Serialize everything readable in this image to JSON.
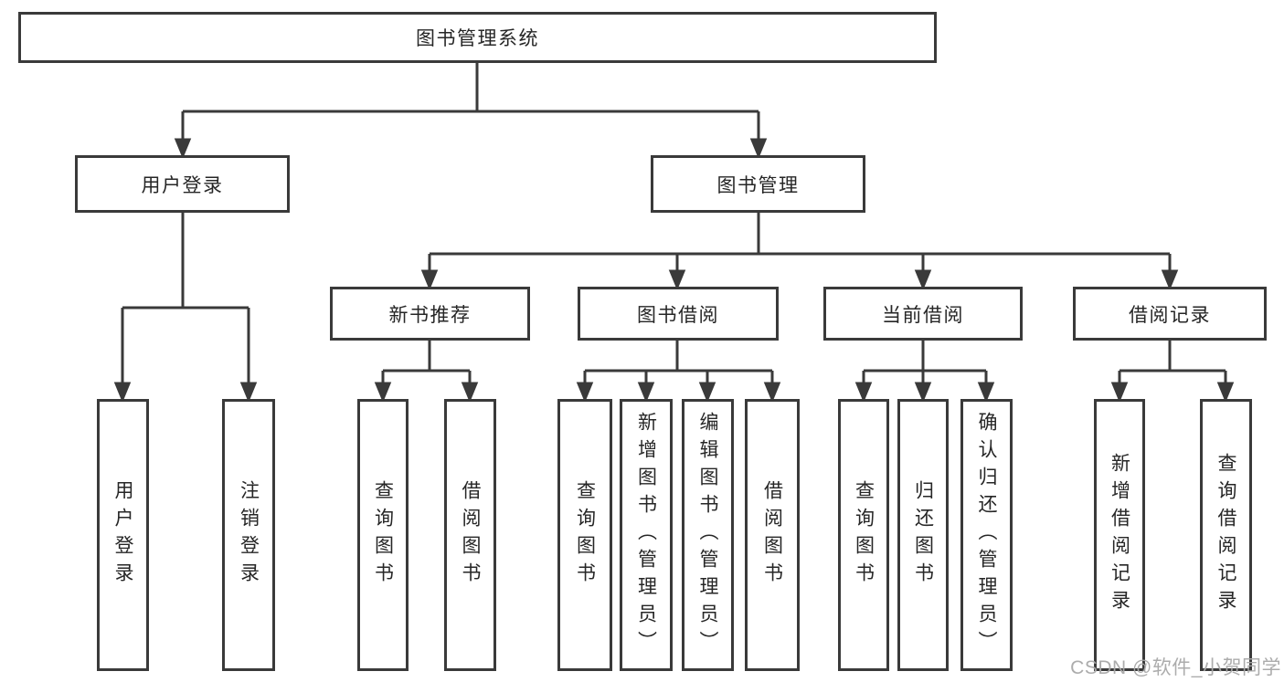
{
  "tree": {
    "label": "图书管理系统",
    "children": [
      {
        "label": "用户登录",
        "children": [
          {
            "label": "用户登录"
          },
          {
            "label": "注销登录"
          }
        ]
      },
      {
        "label": "图书管理",
        "children": [
          {
            "label": "新书推荐",
            "children": [
              {
                "label": "查询图书"
              },
              {
                "label": "借阅图书"
              }
            ]
          },
          {
            "label": "图书借阅",
            "children": [
              {
                "label": "查询图书"
              },
              {
                "label": "新增图书（管理员）"
              },
              {
                "label": "编辑图书（管理员）"
              },
              {
                "label": "借阅图书"
              }
            ]
          },
          {
            "label": "当前借阅",
            "children": [
              {
                "label": "查询图书"
              },
              {
                "label": "归还图书"
              },
              {
                "label": "确认归还（管理员）"
              }
            ]
          },
          {
            "label": "借阅记录",
            "children": [
              {
                "label": "新增借阅记录"
              },
              {
                "label": "查询借阅记录"
              }
            ]
          }
        ]
      }
    ]
  },
  "watermark": {
    "text": "CSDN @软件_小贺同学"
  },
  "colors": {
    "line": "#3a3a3a",
    "box_border": "#3a3a3a",
    "text": "#262626",
    "watermark": "#a8a8a8",
    "background": "#ffffff"
  }
}
